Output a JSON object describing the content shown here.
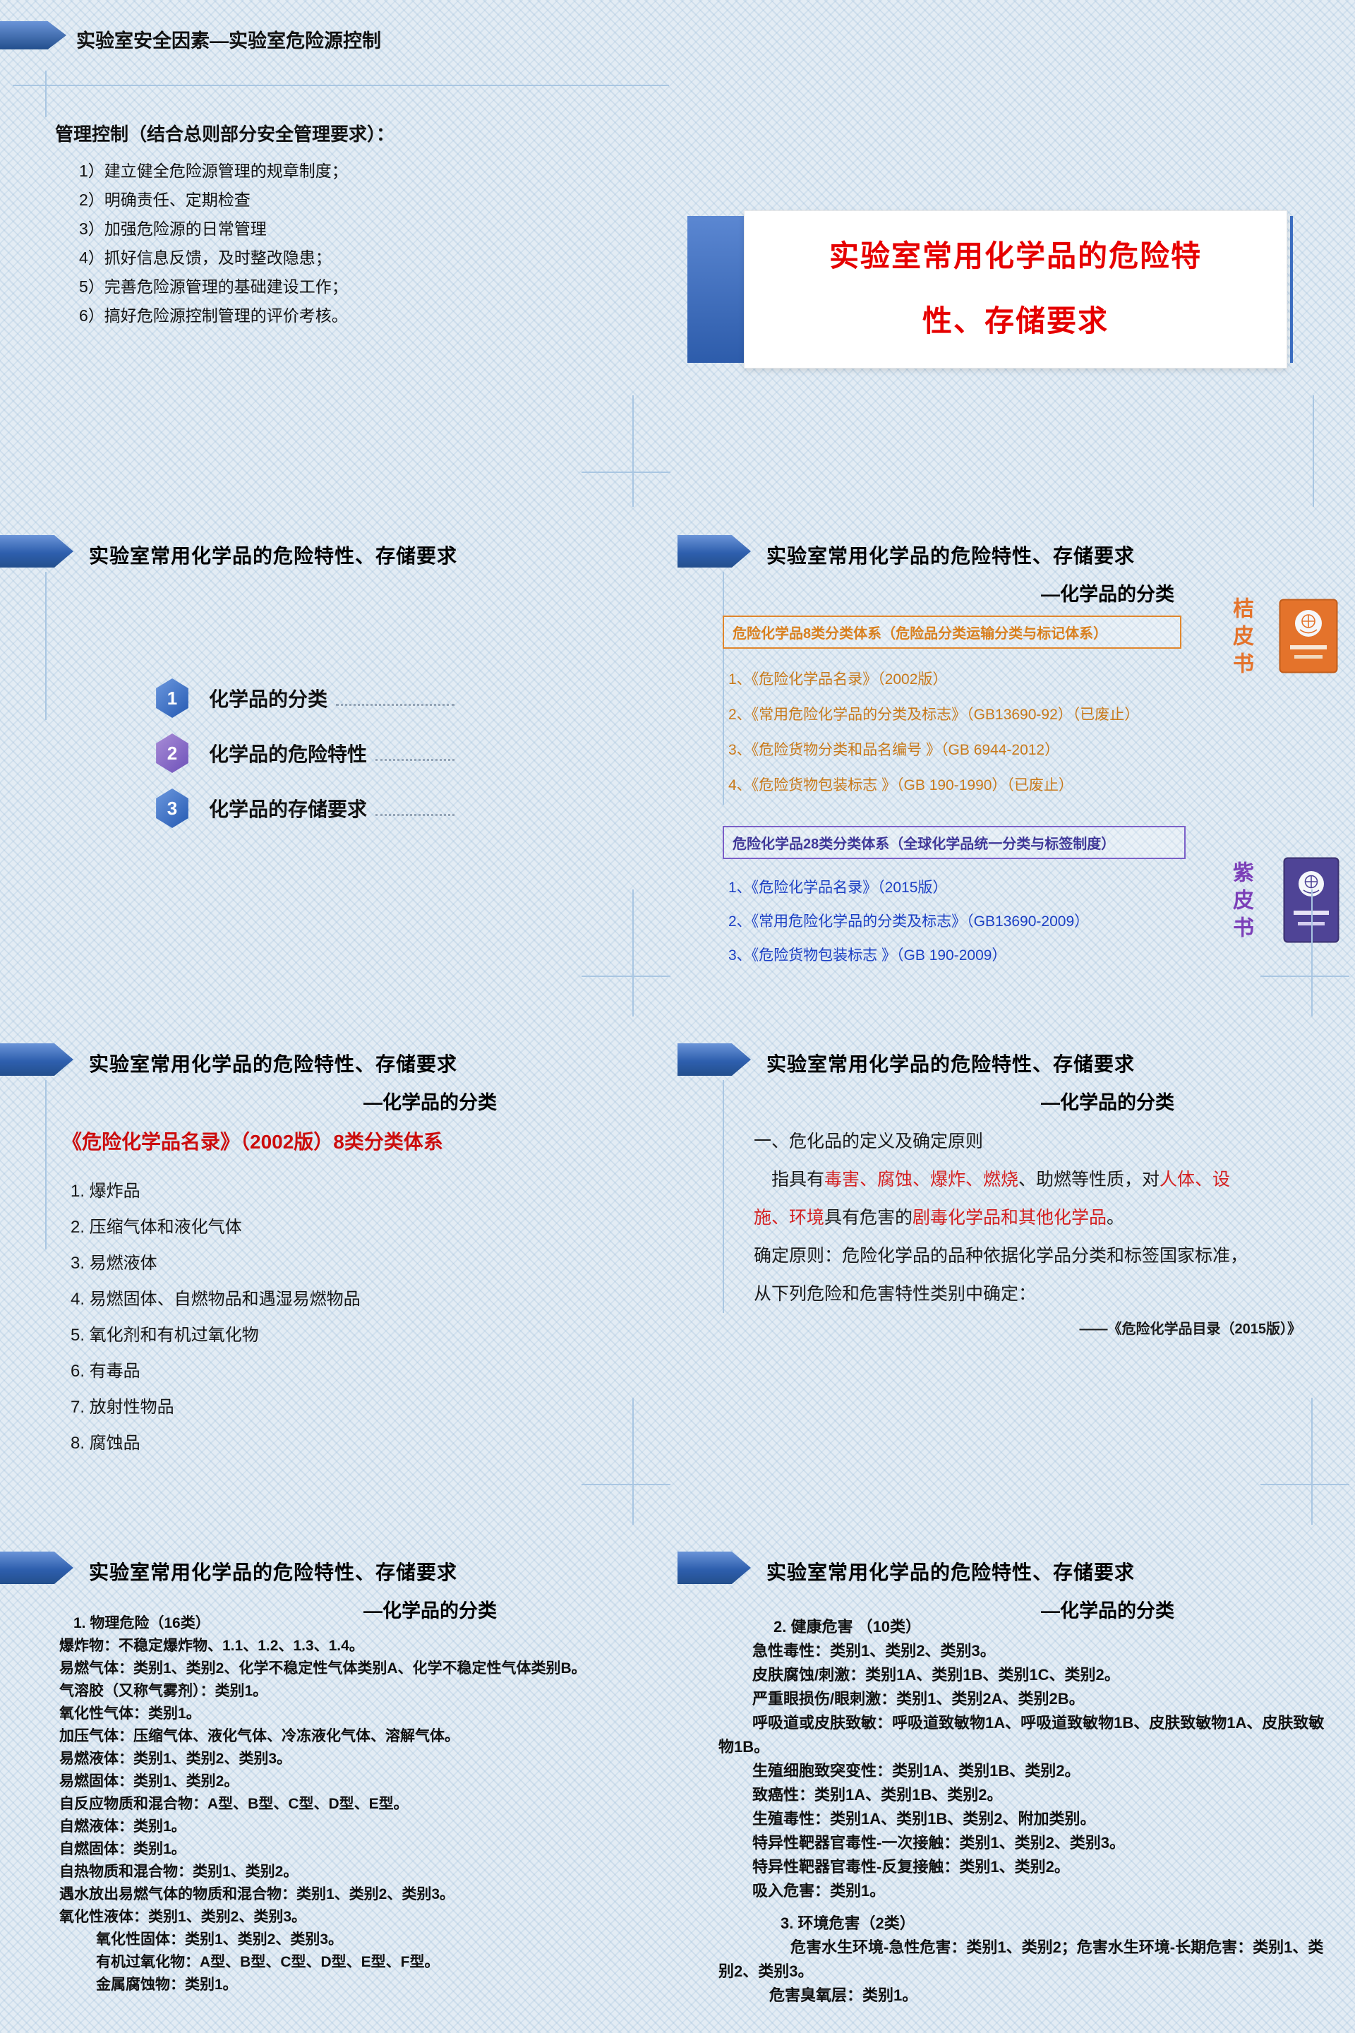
{
  "colors": {
    "accent_blue": "#2e5fae",
    "title_red": "#e60000",
    "orange": "#e4732b",
    "purple": "#6b4fb8",
    "link_blue": "#1b3fc4",
    "red_highlight": "#d42020"
  },
  "section_header": "实验室常用化学品的危险特性、存储要求",
  "section_subheader": "—化学品的分类",
  "slide1": {
    "header": "实验室安全因素—实验室危险源控制",
    "subtitle": "管理控制（结合总则部分安全管理要求）：",
    "items": [
      "1）建立健全危险源管理的规章制度；",
      "2）明确责任、定期检查",
      "3）加强危险源的日常管理",
      "4）抓好信息反馈，及时整改隐患；",
      "5）完善危险源管理的基础建设工作；",
      "6）搞好危险源控制管理的评价考核。"
    ]
  },
  "slide2": {
    "title_line1": "实验室常用化学品的危险特",
    "title_line2": "性、存储要求"
  },
  "slide3": {
    "items": [
      {
        "num": "1",
        "label": "化学品的分类"
      },
      {
        "num": "2",
        "label": "化学品的危险特性"
      },
      {
        "num": "3",
        "label": "化学品的存储要求"
      }
    ]
  },
  "slide4": {
    "box1_title": "危险化学品8类分类体系（危险品分类运输分类与标记体系）",
    "box1_items": [
      "1、《危险化学品名录》（2002版）",
      "2、《常用危险化学品的分类及标志》（GB13690-92）（已废止）",
      "3、《危险货物分类和品名编号 》（GB 6944-2012）",
      "4、《危险货物包装标志 》（GB 190-1990）（已废止）"
    ],
    "book1_label": "桔皮书",
    "box2_title": "危险化学品28类分类体系（全球化学品统一分类与标签制度）",
    "box2_items": [
      "1、《危险化学品名录》（2015版）",
      "2、《常用危险化学品的分类及标志》（GB13690-2009）",
      "3、《危险货物包装标志 》（GB 190-2009）"
    ],
    "book2_label": "紫皮书"
  },
  "slide5": {
    "title": "《危险化学品名录》（2002版）8类分类体系",
    "items": [
      "1. 爆炸品",
      "2. 压缩气体和液化气体",
      "3. 易燃液体",
      "4. 易燃固体、自燃物品和遇湿易燃物品",
      "5. 氧化剂和有机过氧化物",
      "6. 有毒品",
      "7. 放射性物品",
      "8. 腐蚀品"
    ]
  },
  "slide6": {
    "heading": "一、危化品的定义及确定原则",
    "seg0": "指具有",
    "seg1": "毒害、腐蚀、爆炸、燃烧",
    "seg2": "、助燃等性质，对",
    "seg3": "人体、设施、环境",
    "seg4": "具有危害的",
    "seg5": "剧毒化学品和其他化学品",
    "seg6": "。",
    "confirm": "确定原则：危险化学品的品种依据化学品分类和标签国家标准，从下列危险和危害特性类别中确定：",
    "source": "——《危险化学品目录（2015版）》"
  },
  "slide7": {
    "items": [
      "1. 物理危险（16类）",
      "爆炸物：不稳定爆炸物、1.1、1.2、1.3、1.4。",
      "易燃气体：类别1、类别2、化学不稳定性气体类别A、化学不稳定性气体类别B。",
      "气溶胶（又称气雾剂）：类别1。",
      "氧化性气体：类别1。",
      "加压气体：压缩气体、液化气体、冷冻液化气体、溶解气体。",
      "易燃液体：类别1、类别2、类别3。",
      "易燃固体：类别1、类别2。",
      "自反应物质和混合物：A型、B型、C型、D型、E型。",
      "自燃液体：类别1。",
      "自燃固体：类别1。",
      "自热物质和混合物：类别1、类别2。",
      "遇水放出易燃气体的物质和混合物：类别1、类别2、类别3。",
      "氧化性液体：类别1、类别2、类别3。",
      "氧化性固体：类别1、类别2、类别3。",
      "有机过氧化物：A型、B型、C型、D型、E型、F型。",
      "金属腐蚀物：类别1。"
    ]
  },
  "slide8": {
    "items": [
      "2. 健康危害 （10类）",
      "急性毒性：类别1、类别2、类别3。",
      "皮肤腐蚀/刺激：类别1A、类别1B、类别1C、类别2。",
      "严重眼损伤/眼刺激：类别1、类别2A、类别2B。",
      "呼吸道或皮肤致敏：呼吸道致敏物1A、呼吸道致敏物1B、皮肤致敏物1A、皮肤致敏物1B。",
      "生殖细胞致突变性：类别1A、类别1B、类别2。",
      "致癌性：类别1A、类别1B、类别2。",
      "生殖毒性：类别1A、类别1B、类别2、附加类别。",
      "特异性靶器官毒性-一次接触：类别1、类别2、类别3。",
      "特异性靶器官毒性-反复接触：类别1、类别2。",
      "吸入危害：类别1。",
      "3. 环境危害（2类）",
      "危害水生环境-急性危害：类别1、类别2；危害水生环境-长期危害：类别1、类别2、类别3。",
      "危害臭氧层：类别1。"
    ]
  }
}
